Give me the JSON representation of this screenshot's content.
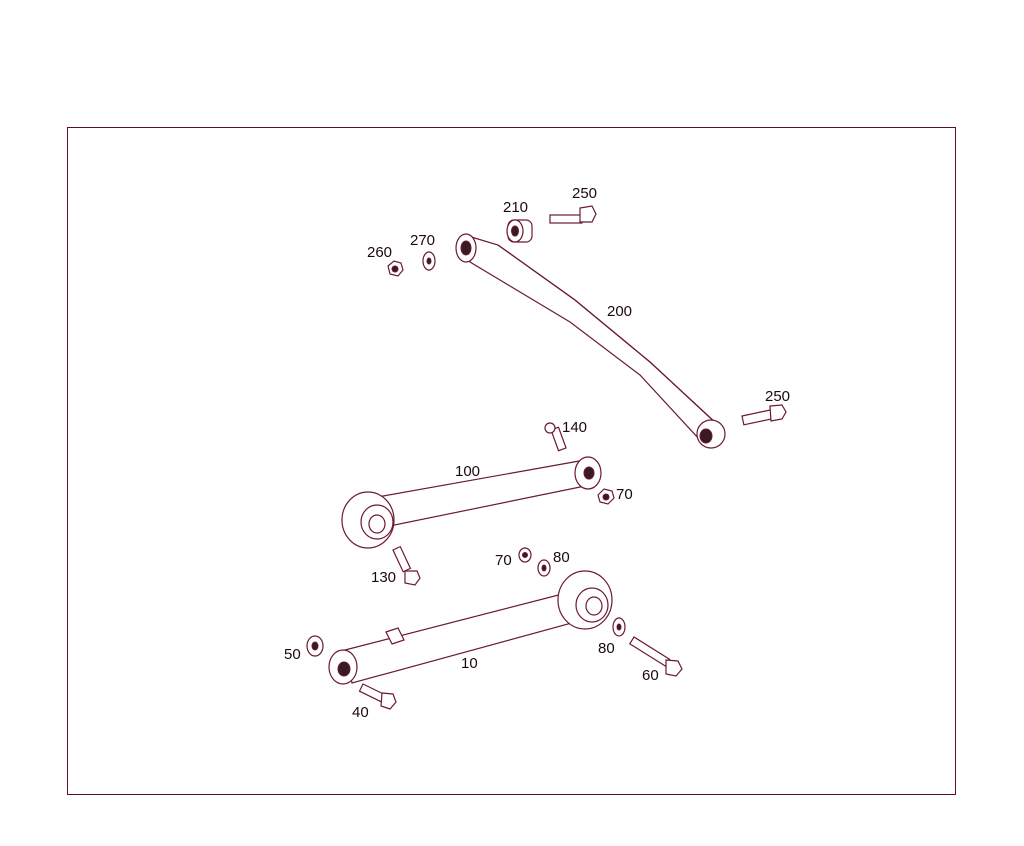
{
  "diagram": {
    "colors": {
      "stroke": "#6b1a2e",
      "frame": "#5a1024",
      "text": "#1a0a10"
    },
    "labels": {
      "p260": "260",
      "p270": "270",
      "p210": "210",
      "p250a": "250",
      "p200": "200",
      "p250b": "250",
      "p140": "140",
      "p100": "100",
      "p70a": "70",
      "p130": "130",
      "p70b": "70",
      "p80a": "80",
      "p50": "50",
      "p10": "10",
      "p80b": "80",
      "p60": "60",
      "p40": "40"
    }
  }
}
